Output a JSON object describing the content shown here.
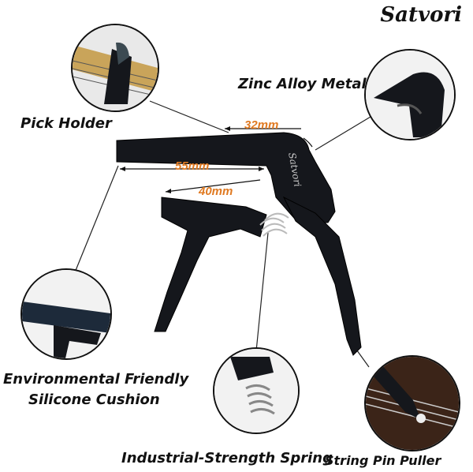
{
  "brand": {
    "name": "Satvori"
  },
  "labels": {
    "zinc": "Zinc Alloy Metal",
    "pick": "Pick Holder",
    "env_line1": "Environmental Friendly",
    "env_line2": "Silicone Cushion",
    "spring": "Industrial-Strength Spring",
    "puller": "String Pin Puller"
  },
  "dimensions": {
    "top": "32mm",
    "upper": "55mm",
    "lower": "40mm"
  },
  "body_text": "Satvori",
  "colors": {
    "accent": "#e07a22",
    "body": "#111318",
    "outline": "#111111"
  }
}
